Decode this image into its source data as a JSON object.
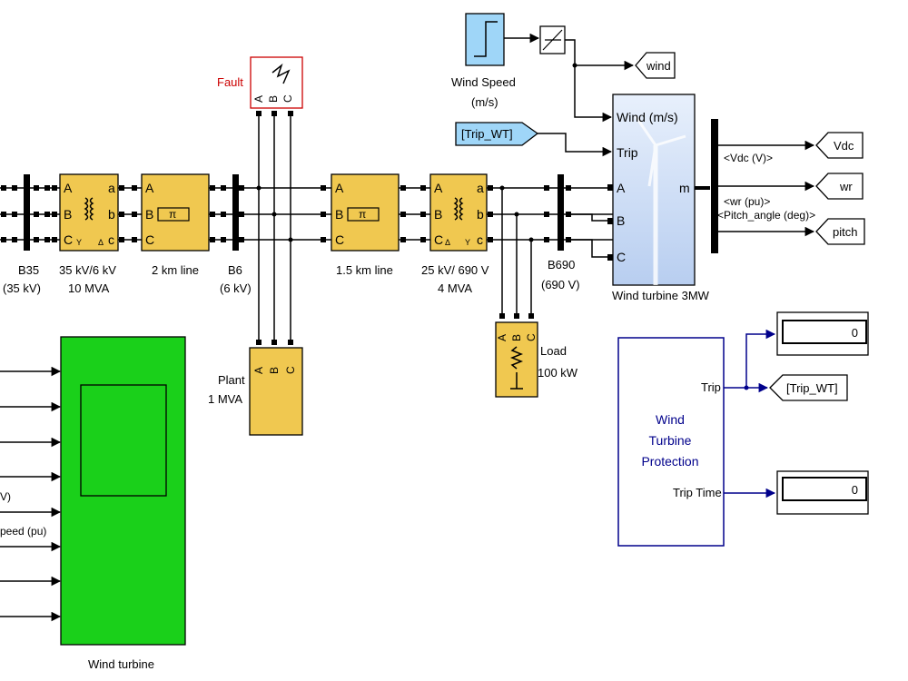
{
  "blocks": {
    "fault": {
      "label": "Fault",
      "ports": [
        "A",
        "B",
        "C"
      ]
    },
    "wind_speed": {
      "label_line1": "Wind Speed",
      "label_line2": "(m/s)"
    },
    "goto_wind": {
      "label": "wind"
    },
    "from_trip": {
      "label": "[Trip_WT]"
    },
    "b35": {
      "label_line1": "B35",
      "label_line2": "(35 kV)"
    },
    "xfmr1": {
      "label_line1": "35 kV/6 kV",
      "label_line2": "10 MVA",
      "ports_left": [
        "A",
        "B",
        "C"
      ],
      "ports_right": [
        "a",
        "b",
        "c"
      ]
    },
    "line2km": {
      "label": "2 km line",
      "ports": [
        "A",
        "B",
        "C"
      ],
      "pi": "π"
    },
    "b6": {
      "label_line1": "B6",
      "label_line2": "(6 kV)"
    },
    "line15km": {
      "label": "1.5 km line",
      "ports": [
        "A",
        "B",
        "C"
      ],
      "pi": "π"
    },
    "xfmr2": {
      "label_line1": "25 kV/ 690 V",
      "label_line2": "4 MVA",
      "ports_left": [
        "A",
        "B",
        "C"
      ],
      "ports_right": [
        "a",
        "b",
        "c"
      ]
    },
    "b690": {
      "label_line1": "B690",
      "label_line2": "(690 V)"
    },
    "wind_turbine_3mw": {
      "label": "Wind turbine 3MW",
      "ports": [
        "Wind (m/s)",
        "Trip",
        "A",
        "B",
        "C"
      ],
      "out_port": "m"
    },
    "bus_selector": {
      "signals": [
        "<Vdc (V)>",
        "<wr (pu)>",
        "<Pitch_angle (deg)>"
      ]
    },
    "goto_vdc": {
      "label": "Vdc"
    },
    "goto_wr": {
      "label": "wr"
    },
    "goto_pitch": {
      "label": "pitch"
    },
    "plant": {
      "label_line1": "Plant",
      "label_line2": "1 MVA",
      "ports": [
        "A",
        "B",
        "C"
      ]
    },
    "load": {
      "label_line1": "Load",
      "label_line2": "100 kW",
      "ports": [
        "A",
        "B",
        "C"
      ]
    },
    "protection": {
      "title_lines": [
        "Wind",
        "Turbine",
        "Protection"
      ],
      "out_ports": [
        "Trip",
        "Trip Time"
      ]
    },
    "display_trip": {
      "value": "0"
    },
    "goto_trip": {
      "label": "[Trip_WT]"
    },
    "display_time": {
      "value": "0"
    },
    "scope_subsystem": {
      "label": "Wind turbine",
      "partial_inputs": [
        "V)",
        "peed (pu)"
      ]
    }
  },
  "colors": {
    "electrical_block": "#f0c850",
    "wind_turbine_block": "#c8dcf8",
    "from_goto_block": "#9fd6f8",
    "signal_wire_blue": "#00008b",
    "subsystem_green": "#1ad01a",
    "fault_label": "#cc0000"
  }
}
